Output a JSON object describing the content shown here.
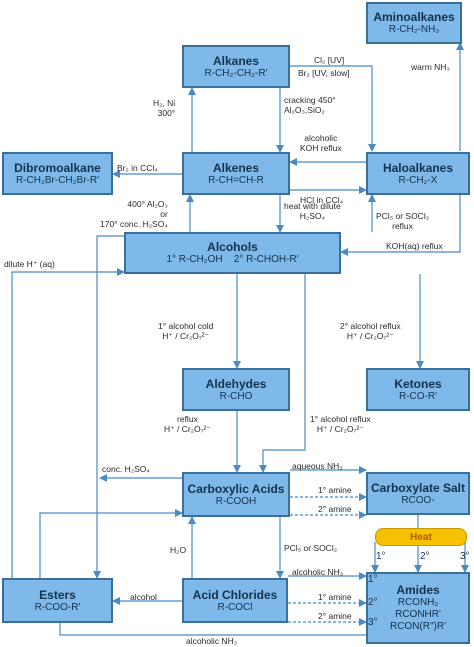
{
  "boxes": {
    "aminoalkanes": {
      "title": "Aminoalkanes",
      "formula": "R-CH₂-NH₂"
    },
    "alkanes": {
      "title": "Alkanes",
      "formula": "R-CH₂-CH₂-R'"
    },
    "dibromoalkane": {
      "title": "Dibromoalkane",
      "formula": "R-CH₂Br-CH₂Br-R'"
    },
    "alkenes": {
      "title": "Alkenes",
      "formula": "R-CH=CH-R"
    },
    "haloalkanes": {
      "title": "Haloalkanes",
      "formula": "R-CH₂-X"
    },
    "alcohols": {
      "title": "Alcohols",
      "formula": "1° R-CH₂OH    2° R-CHOH-R'"
    },
    "aldehydes": {
      "title": "Aldehydes",
      "formula": "R-CHO"
    },
    "ketones": {
      "title": "Ketones",
      "formula": "R-CO-R'"
    },
    "carboxylic_acids": {
      "title": "Carboxylic Acids",
      "formula": "R-COOH"
    },
    "carboxylate_salt": {
      "title": "Carboxylate Salt",
      "formula": "RCOO-"
    },
    "esters": {
      "title": "Esters",
      "formula": "R-COO-R'"
    },
    "acid_chlorides": {
      "title": "Acid Chlorides",
      "formula": "R-COCl"
    },
    "amides": {
      "title": "Amides",
      "formula": "RCONH₂\nRCONHR'\nRCON(R\")R'"
    }
  },
  "heat": "Heat",
  "amide_degrees": {
    "first": "1°",
    "second": "2°",
    "third": "3°"
  },
  "labels": {
    "cl2_uv": "Cl₂ [UV]",
    "br2_uv": "Br₂ [UV, slow]",
    "warm_nh3": "warm NH₃",
    "h2_ni": "H₂, Ni\n300°",
    "cracking": "cracking 450°\nAl₂O₃,SiO₂",
    "alcoholic_koh": "alcoholic\nKOH reflux",
    "br2_ccl4": "Br₂ in CCl₄",
    "hcl_ccl4": "HCl in CCl₄",
    "dehydration": "400° Al₂O₃\nor\n170° conc. H₂SO₄",
    "hydration": "heat with dilute\nH₂SO₄",
    "pcl5": "PCl₅ or SOCl₂\nreflux",
    "koh_aq": "KOH(aq) reflux",
    "dilute_h": "dilute H⁺ (aq)",
    "primary_cold": "1° alcohol cold\nH⁺ / Cr₂O₇²⁻",
    "secondary_reflux": "2° alcohol reflux\nH⁺ / Cr₂O₇²⁻",
    "aldehyde_reflux": "reflux\nH⁺ / Cr₂O₇²⁻",
    "primary_reflux": "1° alcohol reflux\nH⁺ / Cr₂O₇²⁻",
    "conc_h2so4": "conc. H₂SO₄",
    "aqueous_nh3": "aqueous NH₃",
    "amine1_top": "1° amine",
    "amine2_top": "2° amine",
    "h2o": "H₂O",
    "pcl5_socl2": "PCl₅ or SOCl₂",
    "alcoholic_nh3_mid": "alcoholic NH₃",
    "alcohol": "alcohol",
    "amine1_bot": "1° amine",
    "amine2_bot": "2° amine",
    "alcoholic_nh3_bot": "alcoholic NH₃"
  }
}
